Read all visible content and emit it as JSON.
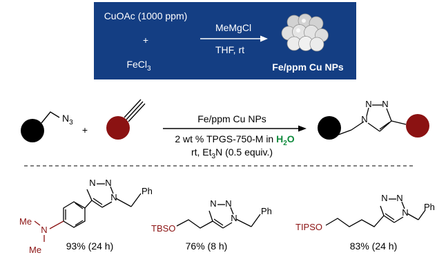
{
  "catalyst_box": {
    "precursor": "CuOAc (1000 ppm)",
    "plus": "+",
    "iron_salt_base": "FeCl",
    "iron_salt_sub": "3",
    "reagent": "MeMgCl",
    "conditions": "THF, rt",
    "product": "Fe/ppm Cu NPs"
  },
  "reaction": {
    "azide_label_base": "N",
    "azide_label_sub": "3",
    "plus": "+",
    "catalyst": "Fe/ppm Cu NPs",
    "line2_pre": "2 wt % TPGS-750-M in ",
    "line2_water_base": "H",
    "line2_water_sub": "2",
    "line2_water_end": "O",
    "line3_pre": "rt, Et",
    "line3_sub": "3",
    "line3_post": "N (0.5 equiv.)",
    "ring_n1": "N",
    "ring_n2": "N",
    "ring_n3": "N"
  },
  "examples": [
    {
      "substituent": "N",
      "me_top": "Me",
      "me_bottom": "Me",
      "ring_n1": "N",
      "ring_n2": "N",
      "ring_n3": "N",
      "ph": "Ph",
      "yield": "93% (24 h)"
    },
    {
      "substituent": "TBSO",
      "ring_n1": "N",
      "ring_n2": "N",
      "ring_n3": "N",
      "ph": "Ph",
      "yield": "76% (8 h)"
    },
    {
      "substituent": "TIPSO",
      "ring_n1": "N",
      "ring_n2": "N",
      "ring_n3": "N",
      "ph": "Ph",
      "yield": "83% (24 h)"
    }
  ],
  "colors": {
    "box_fill": "#143e83",
    "box_text": "#ffffff",
    "dark_red": "#8b1212",
    "green": "#0f8a3c",
    "black": "#000000"
  }
}
